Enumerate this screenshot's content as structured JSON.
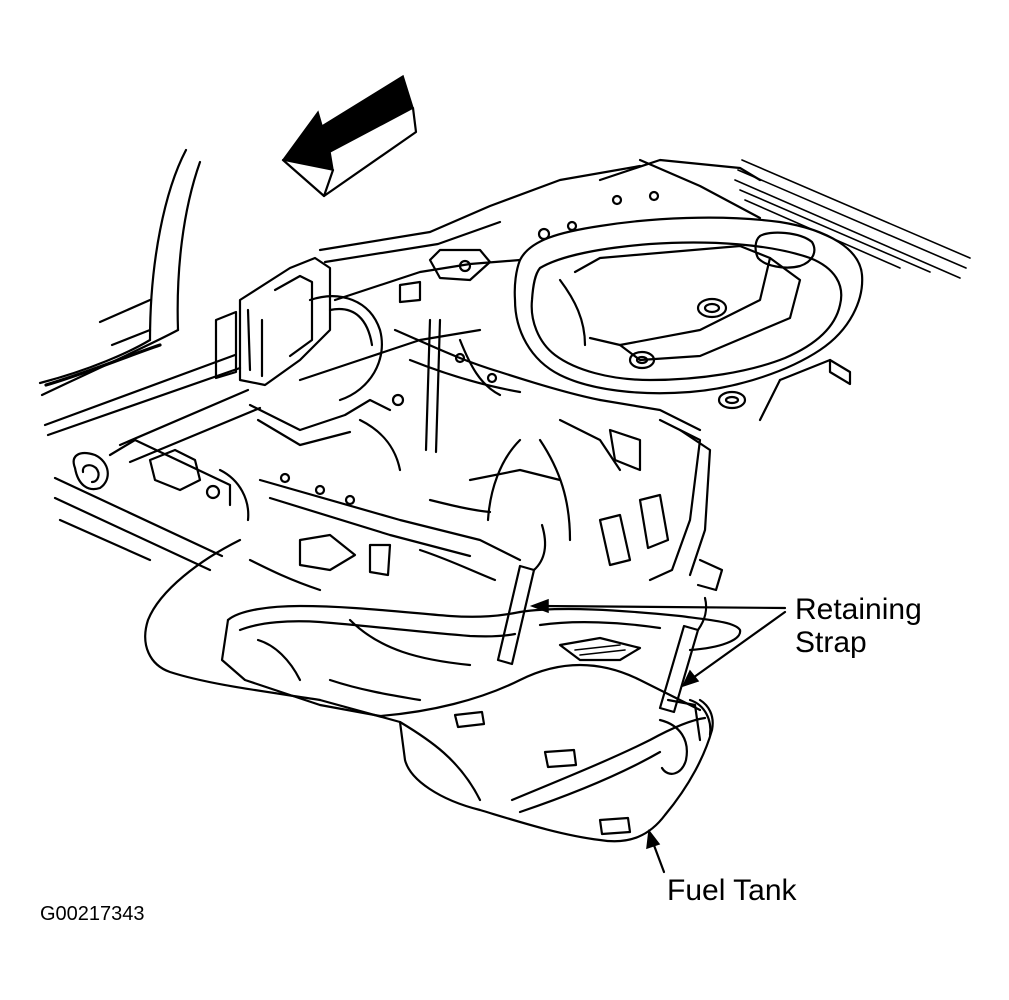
{
  "labels": {
    "retaining_strap": {
      "line1": "Retaining",
      "line2": "Strap"
    },
    "fuel_tank": "Fuel Tank",
    "figure_id": "G00217343"
  },
  "colors": {
    "ink": "#000000",
    "paper": "#ffffff"
  },
  "icons": {
    "direction_arrow": "forward-direction-arrow-icon"
  }
}
